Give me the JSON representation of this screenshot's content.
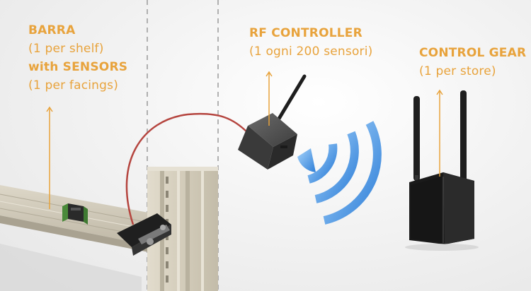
{
  "labels": {
    "barra": {
      "title": "BARRA",
      "subtitle": "(1 per shelf)",
      "title2": "with SENSORS",
      "subtitle2": "(1 per facings)"
    },
    "rf": {
      "title": "RF CONTROLLER",
      "subtitle": "(1 ogni 200 sensori)"
    },
    "gear": {
      "title": "CONTROL GEAR",
      "subtitle": "(1 per store)"
    }
  },
  "colors": {
    "accent": "#e8a33c",
    "cable": "#b5453f",
    "wifi": "#3b8de0",
    "rail": "#cfc8b6"
  },
  "icons": [
    "wifi-signal-icon",
    "router-icon",
    "rf-controller-icon",
    "sensor-icon",
    "shelf-bar-icon"
  ]
}
